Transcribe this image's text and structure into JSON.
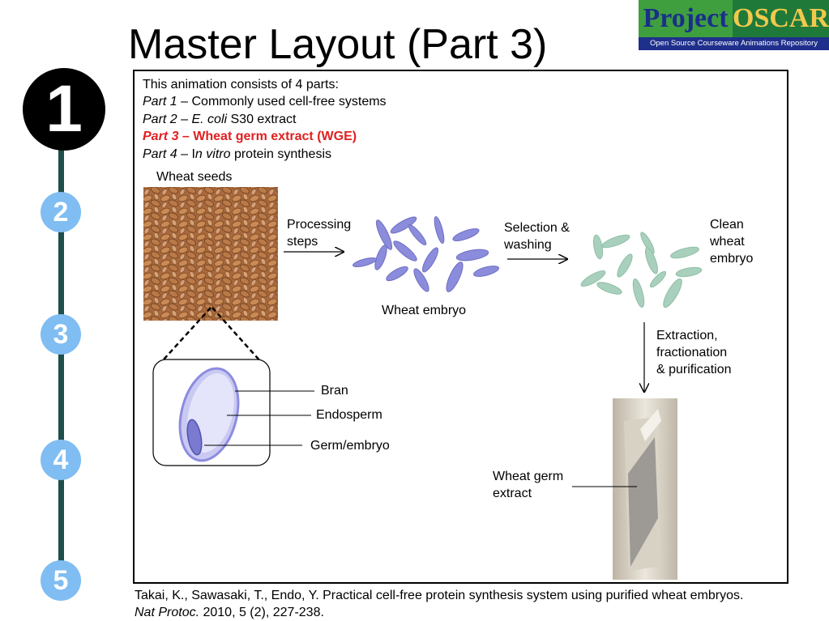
{
  "title": "Master Layout (Part 3)",
  "logo": {
    "word1": "Project",
    "word2": "OSCAR",
    "subtitle": "Open Source Courseware Animations Repository"
  },
  "steps": [
    "1",
    "2",
    "3",
    "4",
    "5"
  ],
  "intro": {
    "heading": "This animation consists of 4 parts:",
    "parts": [
      {
        "label": "Part 1",
        "sep": " – ",
        "text": "Commonly used cell-free systems"
      },
      {
        "label": "Part 2",
        "sep": " – ",
        "italic": "E. coli",
        "text": " S30 extract"
      },
      {
        "label": "Part 3",
        "sep": " – ",
        "text": "Wheat germ extract (WGE)"
      },
      {
        "label": "Part 4",
        "sep": " – I",
        "italic": "n vitro",
        "text": " protein synthesis"
      }
    ]
  },
  "diagram": {
    "wheat_seeds": "Wheat seeds",
    "processing_steps": [
      "Processing",
      "steps"
    ],
    "wheat_embryo": "Wheat embryo",
    "selection_washing": [
      "Selection &",
      "washing"
    ],
    "clean_embryo": [
      "Clean",
      "wheat",
      "embryo"
    ],
    "extraction": [
      "Extraction,",
      "fractionation",
      "& purification"
    ],
    "bran": "Bran",
    "endosperm": "Endosperm",
    "germ": "Germ/embryo",
    "wge": [
      "Wheat germ",
      "extract"
    ],
    "colors": {
      "embryo": "#8c8cdc",
      "clean_embryo": "#a9d0bd",
      "seed_outline": "#8c8ce0",
      "highlight_red": "#e02020"
    }
  },
  "citation": {
    "line1": "Takai, K., Sawasaki, T., Endo, Y. Practical cell-free protein synthesis system using purified wheat embryos.",
    "journal": "Nat Protoc.",
    "rest": " 2010, 5 (2), 227-238."
  }
}
